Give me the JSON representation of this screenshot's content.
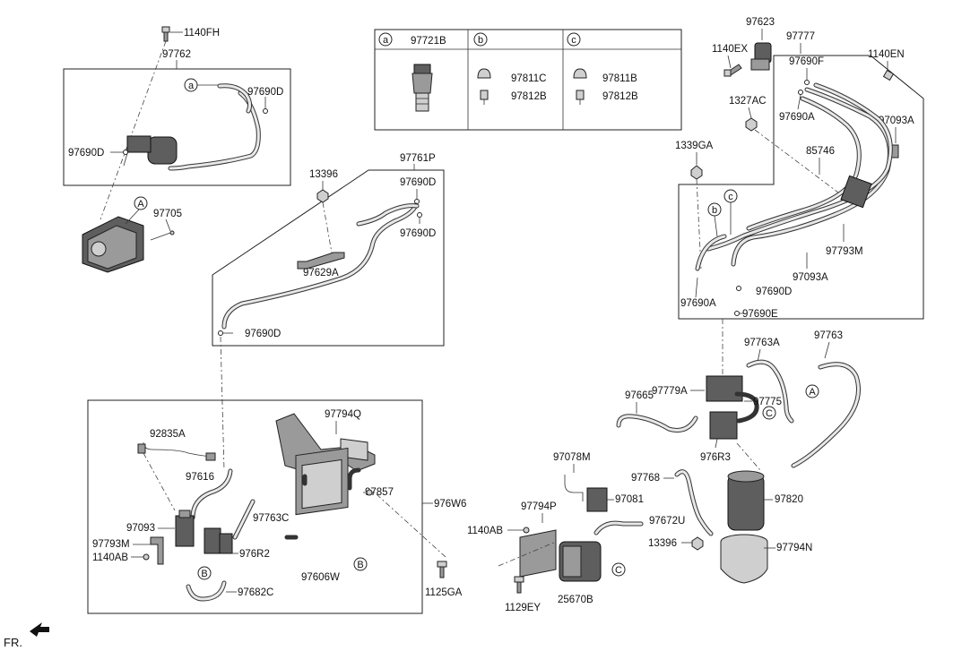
{
  "callouts": {
    "a": "a",
    "b": "b",
    "c": "c",
    "A": "A",
    "B": "B",
    "C": "C"
  },
  "legend": {
    "col_a": {
      "letter": "a",
      "part": "97721B"
    },
    "col_b": {
      "letter": "b",
      "part1": "97811C",
      "part2": "97812B"
    },
    "col_c": {
      "letter": "c",
      "part1": "97811B",
      "part2": "97812B"
    }
  },
  "labels": {
    "p1140FH": "1140FH",
    "p97762": "97762",
    "p97690D_tl": "97690D",
    "p97690D_tl2": "97690D",
    "p97705": "97705",
    "p13396_a": "13396",
    "p97761P": "97761P",
    "p97690D_m1": "97690D",
    "p97690D_m2": "97690D",
    "p97629A": "97629A",
    "p97690D_m3": "97690D",
    "p97623": "97623",
    "p97777": "97777",
    "p1140EX": "1140EX",
    "p97690F": "97690F",
    "p1140EN": "1140EN",
    "p1327AC": "1327AC",
    "p97690A_1": "97690A",
    "p97093A_1": "97093A",
    "p1339GA": "1339GA",
    "p85746": "85746",
    "p97793M_r": "97793M",
    "p97093A_2": "97093A",
    "p97690D_r": "97690D",
    "p97690A_2": "97690A",
    "p97690E": "97690E",
    "p97794Q": "97794Q",
    "p92835A": "92835A",
    "p97616": "97616",
    "p97857": "97857",
    "p976W6": "976W6",
    "p97093": "97093",
    "p97763C": "97763C",
    "p97793M_l": "97793M",
    "p1140AB_l": "1140AB",
    "p976R2": "976R2",
    "p97606W": "97606W",
    "p97682C": "97682C",
    "p1125GA": "1125GA",
    "p97763A": "97763A",
    "p97763": "97763",
    "p97665": "97665",
    "p97779A": "97779A",
    "p97775": "97775",
    "p976R3": "976R3",
    "p97078M": "97078M",
    "p97768": "97768",
    "p97081": "97081",
    "p97794P": "97794P",
    "p97672U": "97672U",
    "p97820": "97820",
    "p1140AB_r": "1140AB",
    "p13396_b": "13396",
    "p97794N": "97794N",
    "p25670B": "25670B",
    "p1129EY": "1129EY",
    "fr": "FR."
  }
}
